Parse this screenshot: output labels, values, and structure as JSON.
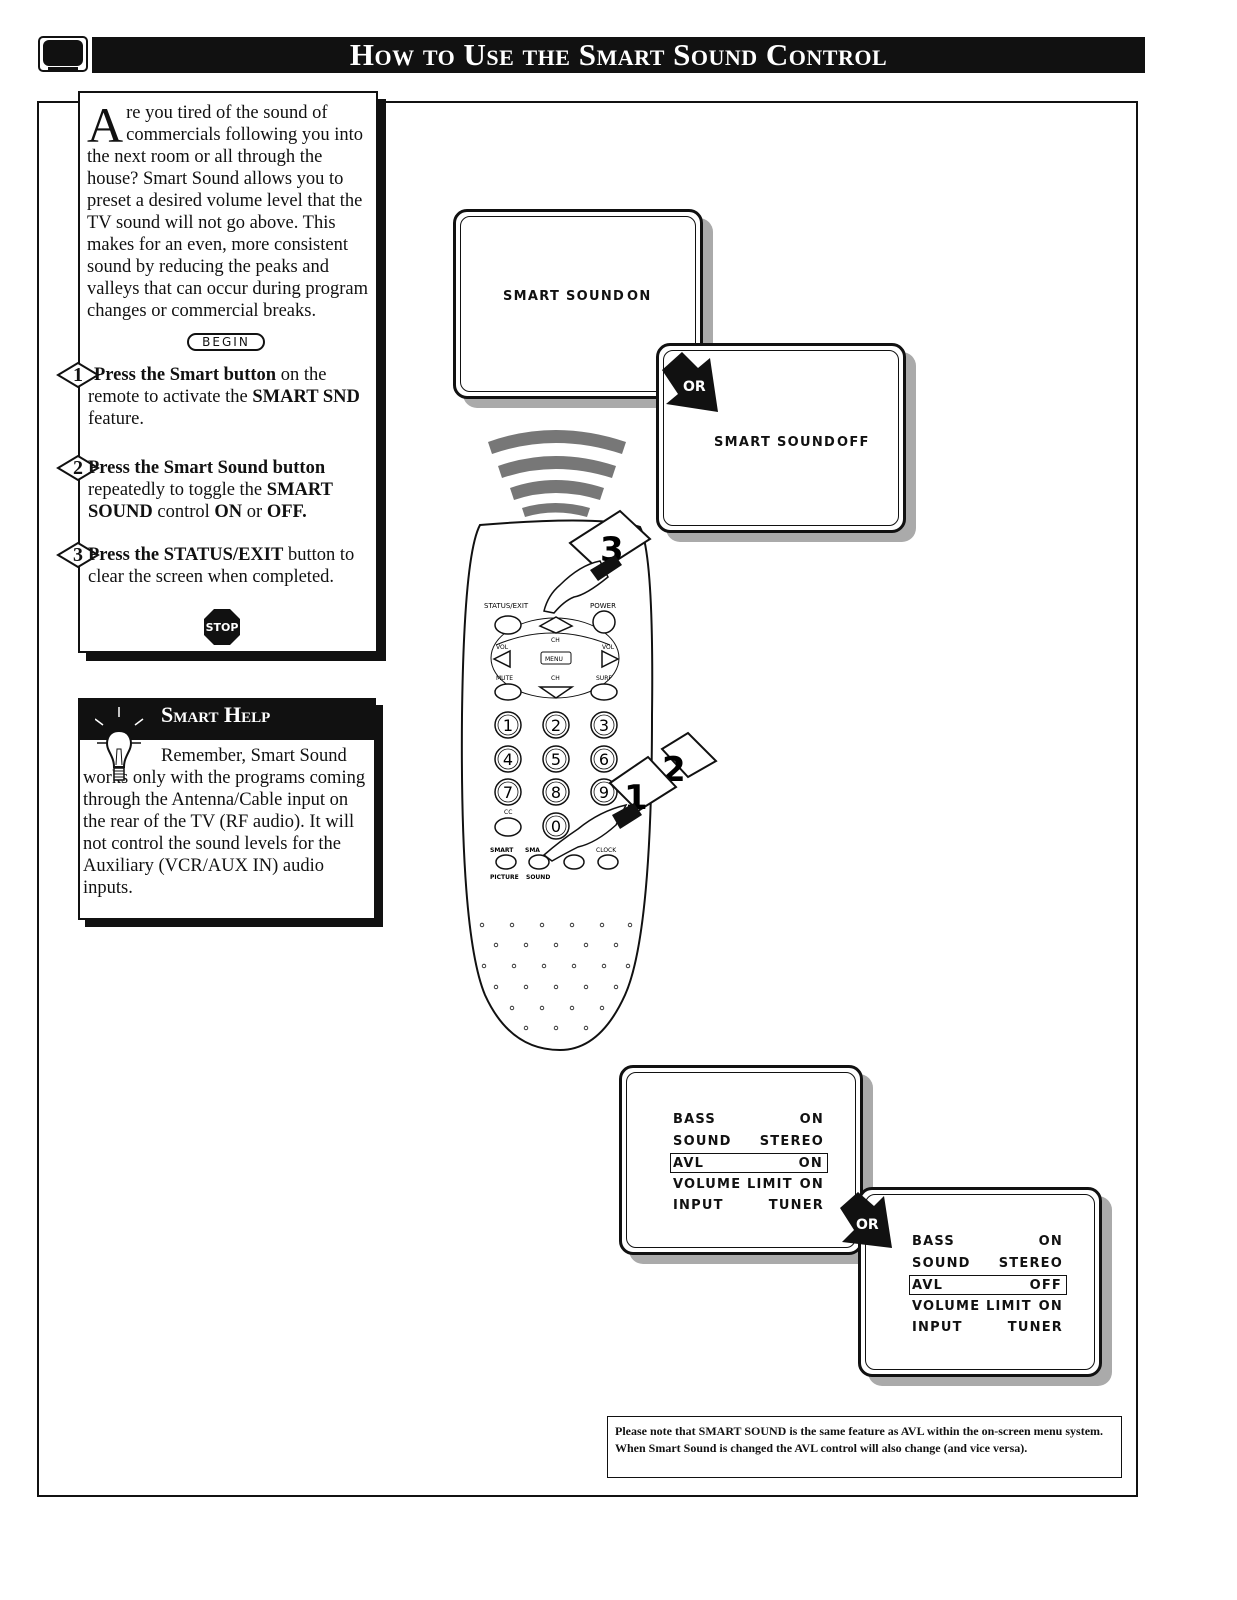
{
  "header": {
    "title": "How to Use the Smart Sound Control"
  },
  "intro": {
    "drop_cap": "A",
    "text": "re you tired of the sound of commercials following you into the next room or all through the house? Smart Sound allows you to preset a desired volume level that the TV sound will not go above. This makes for an even, more consistent sound by reducing the peaks and valleys that can occur during program changes or commercial breaks.",
    "begin_label": "BEGIN"
  },
  "steps": [
    {
      "number": "1",
      "bold": "Press the Smart button",
      "rest_a": " on the remote to activate the ",
      "bold2": "SMART SND",
      "rest_b": " feature."
    },
    {
      "number": "2",
      "bold": "Press the Smart Sound button",
      "rest_a": " repeatedly to toggle the ",
      "bold2": "SMART SOUND",
      "rest_b": " control ",
      "bold3": "ON",
      "rest_c": " or ",
      "bold4": "OFF."
    },
    {
      "number": "3",
      "bold": "Press the STATUS/EXIT",
      "rest_a": " button to clear the screen when completed."
    }
  ],
  "stop_label": "STOP",
  "smart_help": {
    "title": "Smart Help",
    "text": "Remember, Smart Sound works only with the programs coming through the Antenna/Cable input on the rear of the TV (RF audio). It will not control the sound levels for the Auxiliary (VCR/AUX IN) audio inputs."
  },
  "screens": {
    "smart_on": {
      "label": "SMART SOUND",
      "value": "ON"
    },
    "smart_off": {
      "label": "SMART SOUND",
      "value": "OFF"
    },
    "or_label": "OR",
    "menu_on": [
      {
        "label": "BASS",
        "value": "ON"
      },
      {
        "label": "SOUND",
        "value": "STEREO"
      },
      {
        "label": "AVL",
        "value": "ON",
        "highlight": true
      },
      {
        "label": "VOLUME LIMIT",
        "value": "ON"
      },
      {
        "label": "INPUT",
        "value": "TUNER"
      }
    ],
    "menu_off": [
      {
        "label": "BASS",
        "value": "ON"
      },
      {
        "label": "SOUND",
        "value": "STEREO"
      },
      {
        "label": "AVL",
        "value": "OFF",
        "highlight": true
      },
      {
        "label": "VOLUME LIMIT",
        "value": "ON"
      },
      {
        "label": "INPUT",
        "value": "TUNER"
      }
    ]
  },
  "remote": {
    "status_exit": "STATUS/EXIT",
    "power": "POWER",
    "vol": "VOL",
    "ch": "CH",
    "menu": "MENU",
    "mute": "MUTE",
    "surf": "SURF",
    "cc": "CC",
    "smart": "SMART",
    "sma": "SMA",
    "clock": "CLOCK",
    "picture": "PICTURE",
    "sound": "SOUND",
    "digits": [
      "1",
      "2",
      "3",
      "4",
      "5",
      "6",
      "7",
      "8",
      "9",
      "0"
    ],
    "callouts": [
      "1",
      "2",
      "3"
    ]
  },
  "note": "Please note that SMART SOUND is the same feature as AVL within the on-screen menu system. When Smart Sound is changed the AVL control will also change (and vice versa)."
}
